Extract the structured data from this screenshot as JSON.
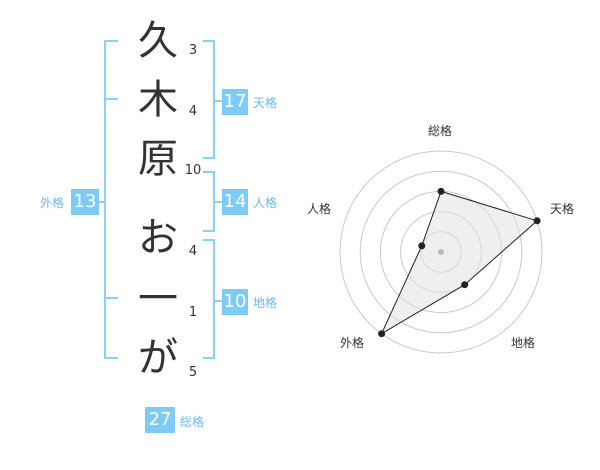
{
  "name_chars": [
    "久",
    "木",
    "原",
    "お",
    "一",
    "が"
  ],
  "strokes": [
    "3",
    "4",
    "10",
    "4",
    "1",
    "5"
  ],
  "fortunes": {
    "tenkaku": {
      "value": "17",
      "label": "天格"
    },
    "jinkaku": {
      "value": "14",
      "label": "人格"
    },
    "chikaku": {
      "value": "10",
      "label": "地格"
    },
    "gaikaku": {
      "value": "13",
      "label": "外格"
    },
    "soukaku": {
      "value": "27",
      "label": "総格"
    }
  },
  "radar": {
    "axes": [
      "総格",
      "天格",
      "地格",
      "外格",
      "人格"
    ],
    "levels": [
      3,
      5,
      2,
      5,
      1
    ],
    "max": 5
  },
  "colors": {
    "accent": "#7fcbf7",
    "label": "#6cbbea",
    "text": "#333333"
  }
}
